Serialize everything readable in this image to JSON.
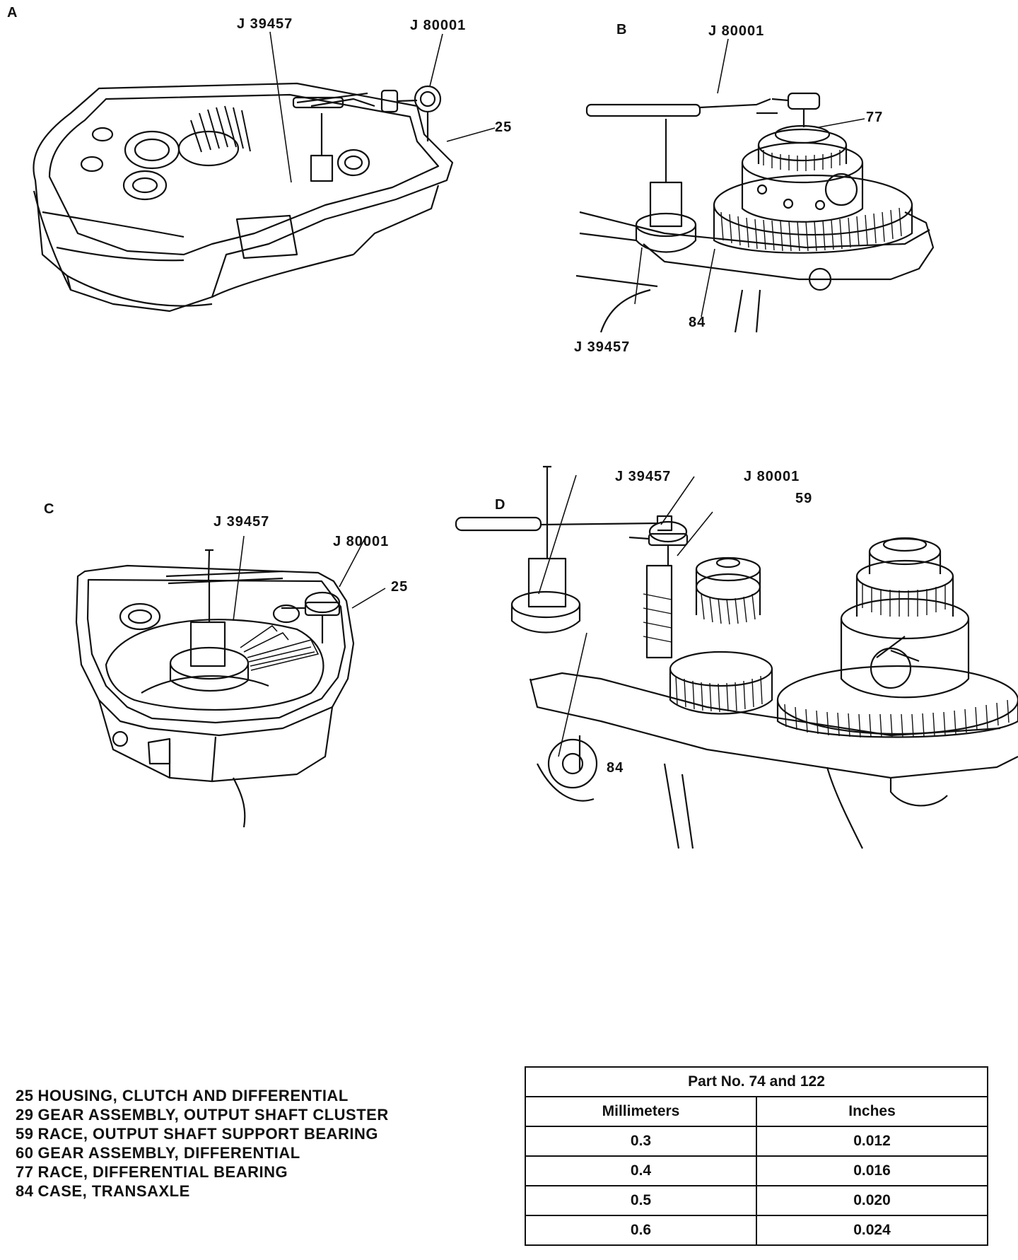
{
  "panels": [
    {
      "id": "A",
      "letter": "A",
      "callouts": [
        "J 39457",
        "J 80001",
        "25"
      ]
    },
    {
      "id": "B",
      "letter": "B",
      "callouts": [
        "J 80001",
        "77",
        "84",
        "J 39457"
      ]
    },
    {
      "id": "C",
      "letter": "C",
      "callouts": [
        "J 39457",
        "J 80001",
        "25"
      ]
    },
    {
      "id": "D",
      "letter": "D",
      "callouts": [
        "J 39457",
        "J 80001",
        "59",
        "84"
      ]
    }
  ],
  "legend": [
    {
      "num": "25",
      "text": "HOUSING, CLUTCH AND DIFFERENTIAL"
    },
    {
      "num": "29",
      "text": "GEAR ASSEMBLY, OUTPUT SHAFT CLUSTER"
    },
    {
      "num": "59",
      "text": "RACE, OUTPUT SHAFT SUPPORT BEARING"
    },
    {
      "num": "60",
      "text": "GEAR ASSEMBLY, DIFFERENTIAL"
    },
    {
      "num": "77",
      "text": "RACE, DIFFERENTIAL BEARING"
    },
    {
      "num": "84",
      "text": "CASE, TRANSAXLE"
    }
  ],
  "spec_table": {
    "title": "Part No. 74 and 122",
    "headers": [
      "Millimeters",
      "Inches"
    ],
    "rows": [
      [
        "0.3",
        "0.012"
      ],
      [
        "0.4",
        "0.016"
      ],
      [
        "0.5",
        "0.020"
      ],
      [
        "0.6",
        "0.024"
      ]
    ]
  }
}
